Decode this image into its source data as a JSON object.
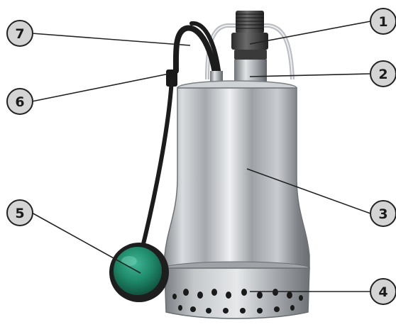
{
  "callouts": [
    {
      "label": "1"
    },
    {
      "label": "2"
    },
    {
      "label": "3"
    },
    {
      "label": "4"
    },
    {
      "label": "5"
    },
    {
      "label": "6"
    },
    {
      "label": "7"
    }
  ],
  "colors": {
    "callout_fill": "#d4d4d4",
    "callout_stroke": "#222222",
    "leader_line": "#222222",
    "float_switch": "#1f8a6a",
    "cable": "#1c1c1c",
    "steel": "#b8bcc0"
  }
}
